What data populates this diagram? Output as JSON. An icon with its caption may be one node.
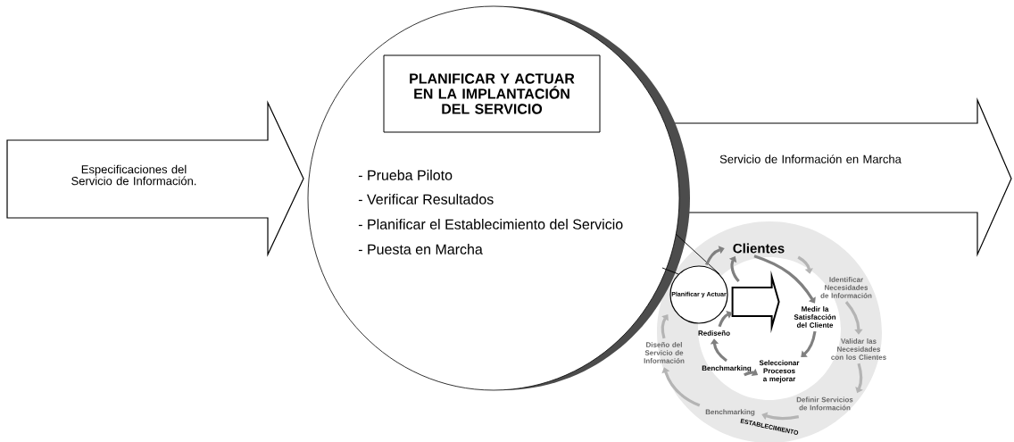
{
  "diagram": {
    "nodes": [
      {
        "text": [
          "Especificaciones del Servicio de Información."
        ]
      },
      {
        "text": [
          "- Prueba Piloto",
          "- Verificar Resultados",
          "- Planificar el Establecimiento del Servicio",
          "- Puesta en Marcha"
        ]
      },
      {
        "text": [
          "PLANIFICAR Y ACTUAR EN LA IMPLANTACIÓN DEL SERVICIO"
        ],
        "in": 1
      },
      {
        "text": [
          "Servicio de Información en Marcha"
        ]
      },
      {
        "text": [
          "Planificar y Actuar"
        ]
      },
      {
        "text": [
          "Clientes"
        ]
      },
      {
        "text": [
          "Medir la Satisfacción del Cliente"
        ]
      },
      {
        "text": [
          "Seleccionar Procesos a mejorar"
        ]
      },
      {
        "text": [
          "Benchmarking"
        ]
      },
      {
        "text": [
          "Rediseño"
        ]
      },
      {
        "text": [
          "Identificar Necesidades de Información"
        ]
      },
      {
        "text": [
          "Validar las Necesidades con los Clientes"
        ]
      },
      {
        "text": [
          "Definir Servicios de Información"
        ]
      },
      {
        "text": [
          "Benchmarking"
        ]
      },
      {
        "text": [
          "Diseño del Servicio de Información"
        ]
      }
    ],
    "edges": [
      {
        "from": 4,
        "to": 1,
        "arrow": "none",
        "color": "#000000"
      },
      {
        "from": 4,
        "to": null,
        "arrow": "to",
        "style": "thick",
        "color": "#000000"
      },
      {
        "from": 4,
        "to": 5,
        "arrow": "to",
        "color": "#808080"
      },
      {
        "from": 4,
        "to": 5,
        "arrow": "to",
        "color": "#808080"
      },
      {
        "from": 5,
        "to": 6,
        "arrow": "to",
        "color": "#808080"
      },
      {
        "from": 6,
        "to": 7,
        "arrow": "to",
        "color": "#808080"
      },
      {
        "from": 7,
        "to": 8,
        "arrow": "to",
        "color": "#808080"
      },
      {
        "from": 8,
        "to": 9,
        "arrow": "to",
        "color": "#808080"
      },
      {
        "from": 9,
        "to": 4,
        "arrow": "to",
        "color": "#808080"
      },
      {
        "from": 5,
        "to": 10,
        "arrow": "to",
        "color": "#b4b4b4"
      },
      {
        "from": 10,
        "to": 11,
        "arrow": "to",
        "color": "#b4b4b4"
      },
      {
        "from": 11,
        "to": 12,
        "arrow": "to",
        "color": "#b4b4b4"
      },
      {
        "from": 12,
        "to": 13,
        "arrow": "to",
        "color": "#b4b4b4"
      },
      {
        "from": 13,
        "to": 14,
        "arrow": "to",
        "color": "#b4b4b4"
      },
      {
        "from": 14,
        "to": 4,
        "arrow": "to",
        "color": "#b4b4b4"
      }
    ],
    "labels": [
      "ESTABLECIMIENTO"
    ]
  }
}
